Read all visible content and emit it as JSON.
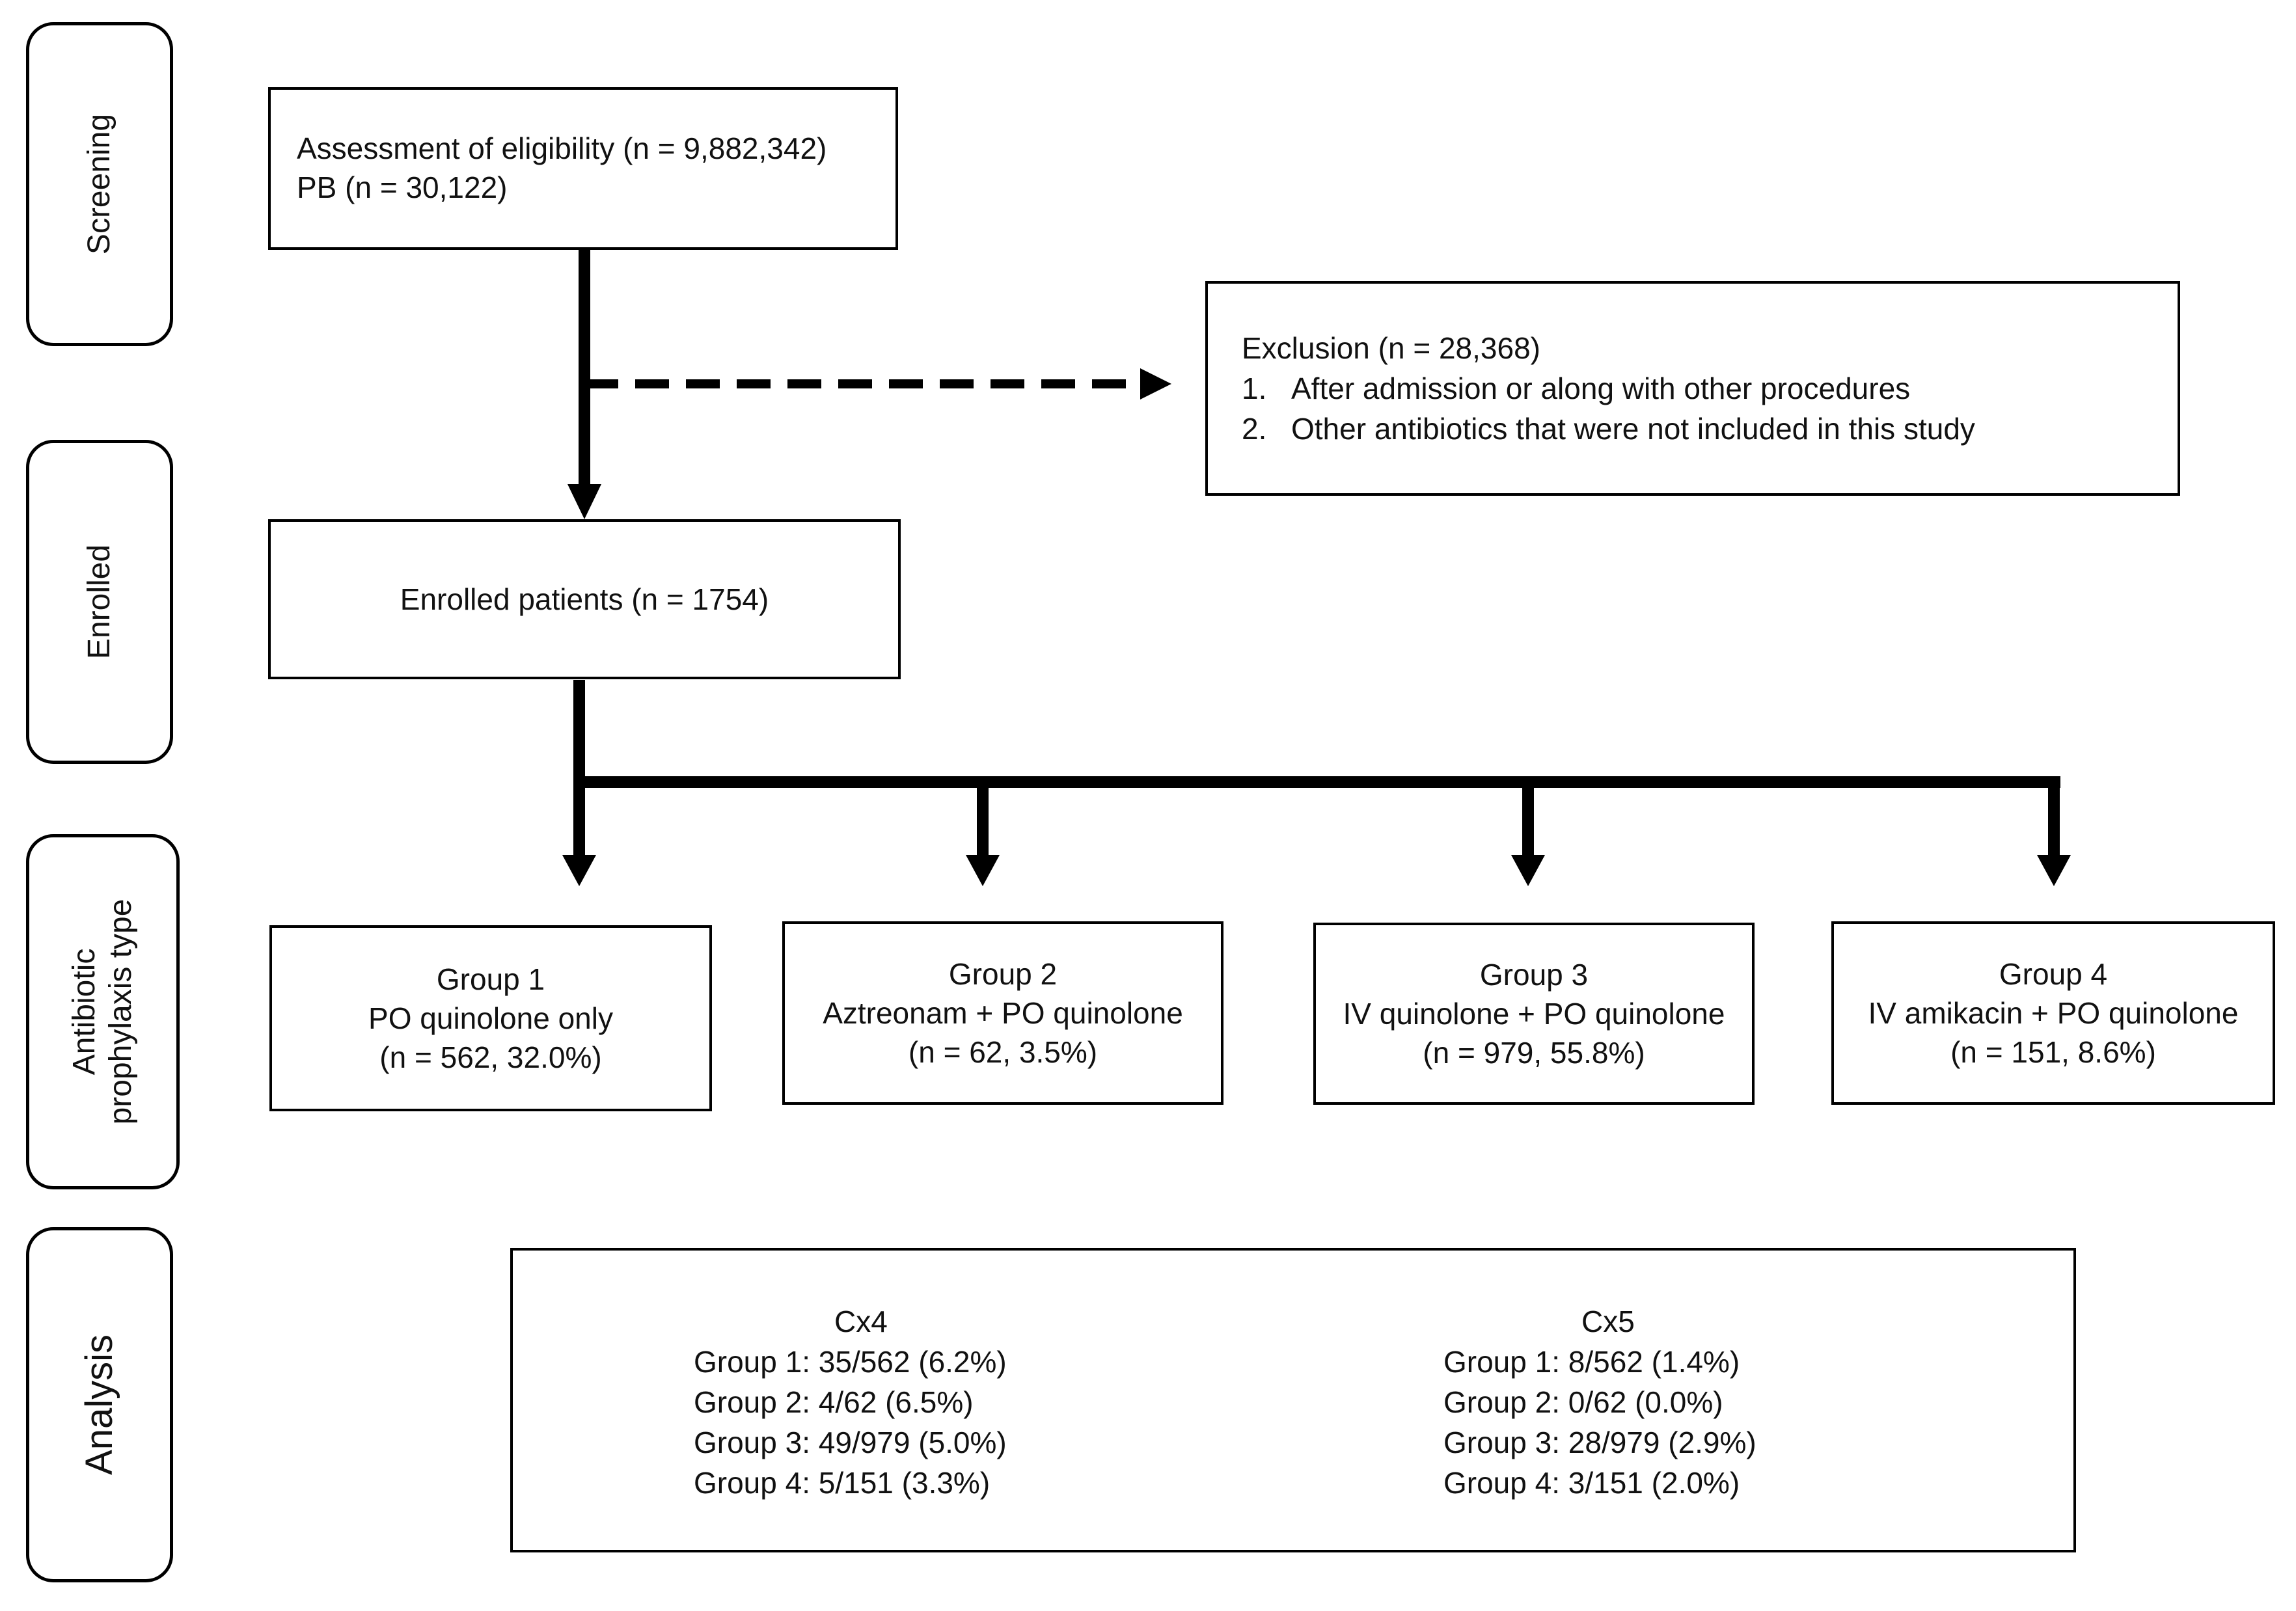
{
  "stages": [
    {
      "id": "screening",
      "label": "Screening"
    },
    {
      "id": "enrolled",
      "label": "Enrolled"
    },
    {
      "id": "antibiotic",
      "label_line1": "Antibiotic",
      "label_line2": "prophylaxis type"
    },
    {
      "id": "analysis",
      "label": "Analysis"
    }
  ],
  "assessment": {
    "line1": "Assessment of eligibility (n = 9,882,342)",
    "line2": "PB (n = 30,122)"
  },
  "exclusion": {
    "title": "Exclusion (n = 28,368)",
    "items": [
      {
        "num": "1.",
        "text": "After admission or along with other procedures"
      },
      {
        "num": "2.",
        "text": "Other antibiotics that were not included in this study"
      }
    ]
  },
  "enrolled_box": {
    "text": "Enrolled patients (n = 1754)"
  },
  "groups": [
    {
      "title": "Group 1",
      "regimen": "PO quinolone only",
      "count": "(n = 562, 32.0%)"
    },
    {
      "title": "Group 2",
      "regimen": "Aztreonam + PO quinolone",
      "count": "(n = 62, 3.5%)"
    },
    {
      "title": "Group 3",
      "regimen": "IV quinolone + PO quinolone",
      "count": "(n = 979, 55.8%)"
    },
    {
      "title": "Group 4",
      "regimen": "IV amikacin + PO quinolone",
      "count": "(n = 151, 8.6%)"
    }
  ],
  "analysis": {
    "cx4": {
      "title": "Cx4",
      "rows": [
        "Group 1: 35/562 (6.2%)",
        "Group 2: 4/62 (6.5%)",
        "Group 3: 49/979 (5.0%)",
        "Group 4: 5/151 (3.3%)"
      ]
    },
    "cx5": {
      "title": "Cx5",
      "rows": [
        "Group 1: 8/562 (1.4%)",
        "Group 2: 0/62 (0.0%)",
        "Group 3: 28/979 (2.9%)",
        "Group 4: 3/151 (2.0%)"
      ]
    }
  }
}
